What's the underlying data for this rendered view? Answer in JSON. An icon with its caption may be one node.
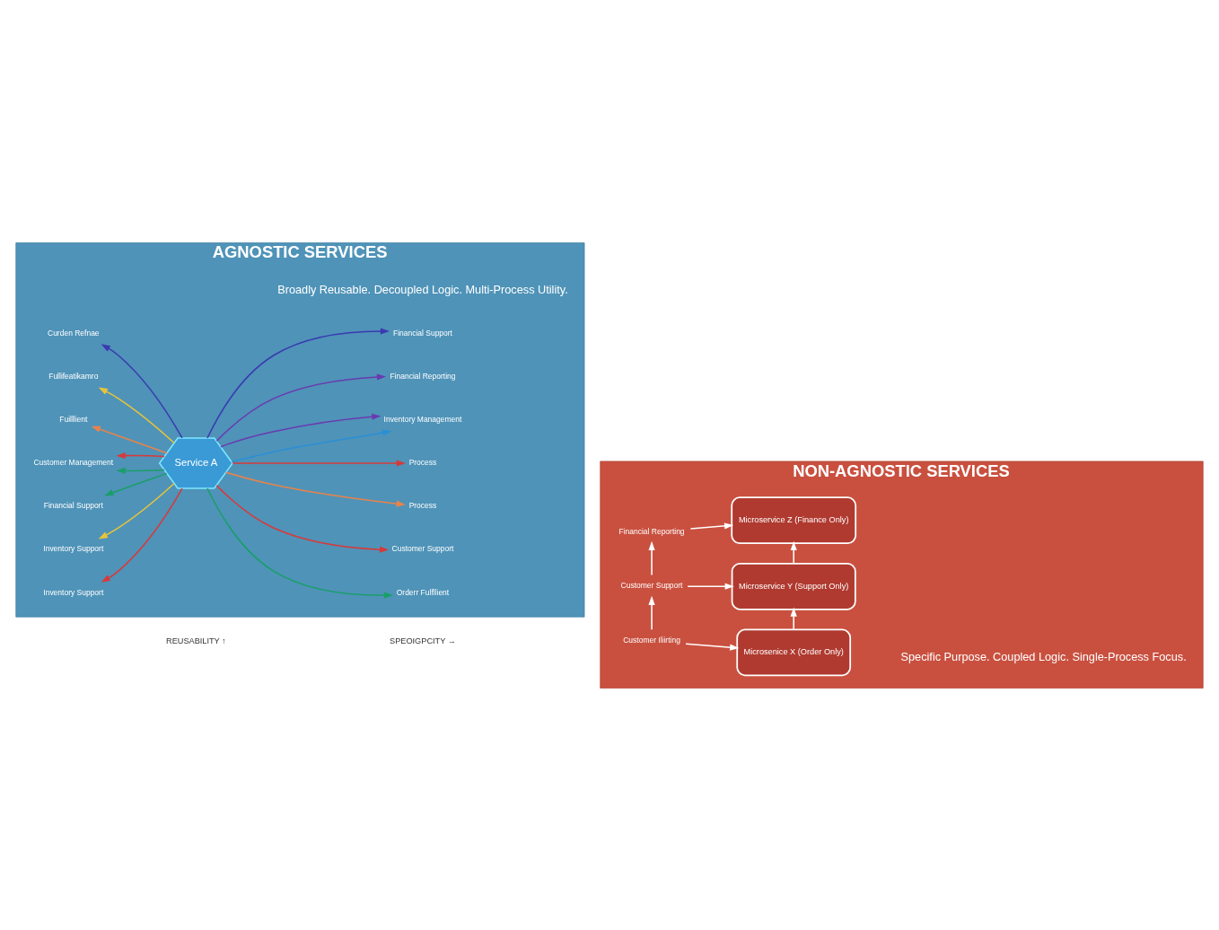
{
  "diagram": {
    "nodes": [
      {
        "text": [
          "AGNOSTIC SERVICES"
        ]
      },
      {
        "text": [
          "Service A"
        ],
        "in": 0
      },
      {
        "text": [
          "Orderr Fulfllient"
        ],
        "in": 0
      },
      {
        "text": [
          "Curden Refnae"
        ],
        "in": 0
      },
      {
        "text": [
          "Customer Support"
        ],
        "in": 0
      },
      {
        "text": [
          "Fullifeatikamro"
        ],
        "in": 0
      },
      {
        "text": [
          "Process"
        ],
        "in": 0
      },
      {
        "text": [
          "Fuilllient"
        ],
        "in": 0
      },
      {
        "text": [
          "Process"
        ],
        "in": 0
      },
      {
        "text": [
          "Customer Management"
        ],
        "in": 0
      },
      {
        "text": [
          "Inventory Management"
        ],
        "in": 0
      },
      {
        "text": [
          "Financial Support"
        ],
        "in": 0
      },
      {
        "text": [
          "Financial Reporting"
        ],
        "in": 0
      },
      {
        "text": [
          "Inventory Support"
        ],
        "in": 0
      },
      {
        "text": [
          "Financial Support"
        ],
        "in": 0
      },
      {
        "text": [
          "Inventory Support"
        ],
        "in": 0
      },
      {
        "text": [
          "NON-AGNOSTIC SERVICES"
        ]
      },
      {
        "text": [
          "Customer Iliirting"
        ],
        "in": 16
      },
      {
        "text": [
          "Customer Support"
        ],
        "in": 16
      },
      {
        "text": [
          "Financial Reporting"
        ],
        "in": 16
      },
      {
        "text": [
          "Microsenice X (Order Only)"
        ],
        "in": 16
      },
      {
        "text": [
          "Microservice Y (Support Only)"
        ],
        "in": 16
      },
      {
        "text": [
          "Microservice Z (Finance Only)"
        ],
        "in": 16
      }
    ],
    "edges": [
      {
        "from": 1,
        "to": 2,
        "arrow": "to",
        "color": "#1a9e6a"
      },
      {
        "from": 1,
        "to": 4,
        "arrow": "to",
        "color": "#d63a3a"
      },
      {
        "from": 1,
        "to": 6,
        "arrow": "to",
        "color": "#e8834a"
      },
      {
        "from": 1,
        "to": 8,
        "arrow": "to",
        "color": "#d63a3a"
      },
      {
        "from": 1,
        "to": 10,
        "arrow": "to",
        "color": "#2a8fd6"
      },
      {
        "from": 1,
        "to": 10,
        "arrow": "to",
        "color": "#6a3ab0"
      },
      {
        "from": 1,
        "to": 12,
        "arrow": "to",
        "color": "#6a3ab0"
      },
      {
        "from": 1,
        "to": 14,
        "arrow": "to",
        "color": "#3a3ab0"
      },
      {
        "from": 1,
        "to": 15,
        "arrow": "to",
        "color": "#d63a3a"
      },
      {
        "from": 1,
        "to": 13,
        "arrow": "to",
        "color": "#e8c43a"
      },
      {
        "from": 1,
        "to": 11,
        "arrow": "to",
        "color": "#1a9e6a"
      },
      {
        "from": 1,
        "to": 9,
        "arrow": "to",
        "color": "#1a9e6a"
      },
      {
        "from": 1,
        "to": 9,
        "arrow": "to",
        "color": "#d63a3a"
      },
      {
        "from": 1,
        "to": 7,
        "arrow": "to",
        "color": "#e8834a"
      },
      {
        "from": 1,
        "to": 5,
        "arrow": "to",
        "color": "#e8c43a"
      },
      {
        "from": 1,
        "to": 3,
        "arrow": "to",
        "color": "#3a3ab0"
      },
      {
        "from": 17,
        "to": 18,
        "arrow": "to",
        "color": "#ffffff"
      },
      {
        "from": 18,
        "to": 19,
        "arrow": "to",
        "color": "#ffffff"
      },
      {
        "from": 17,
        "to": 20,
        "arrow": "to",
        "color": "#ffffff"
      },
      {
        "from": 18,
        "to": 21,
        "arrow": "to",
        "color": "#ffffff"
      },
      {
        "from": 19,
        "to": 22,
        "arrow": "to",
        "color": "#ffffff"
      },
      {
        "from": 20,
        "to": 21,
        "arrow": "to",
        "color": "#ffffff"
      },
      {
        "from": 21,
        "to": 22,
        "arrow": "to",
        "color": "#ffffff"
      }
    ],
    "labels": [
      "REUSABILITY ↑",
      "SPEOIGPCITY →",
      "Broadly Reusable. Decoupled Logic. Multi-Process Utility.",
      "Specific Purpose. Coupled Logic. Single-Process Focus."
    ]
  }
}
